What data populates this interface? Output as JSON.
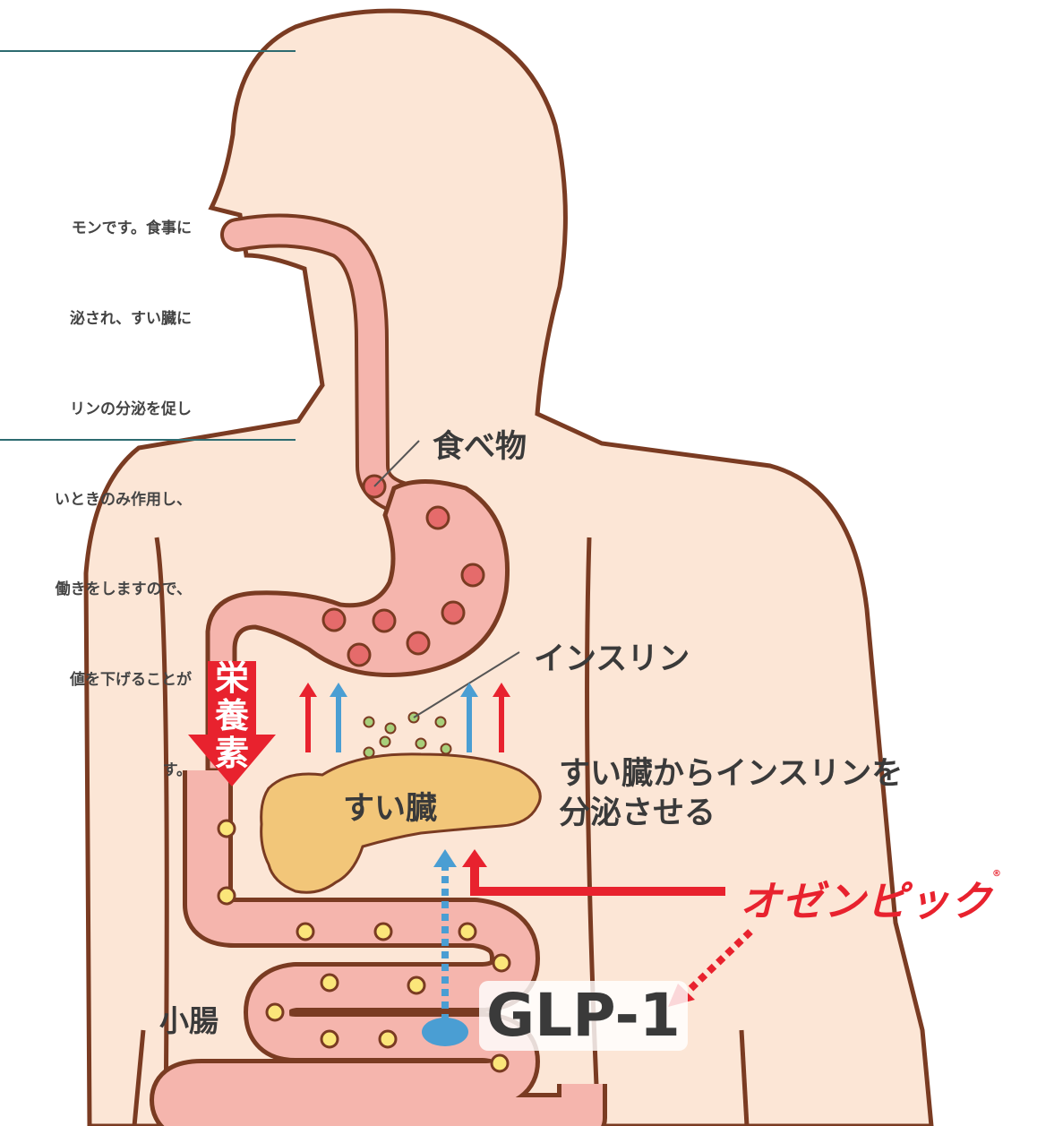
{
  "info": {
    "lines": [
      "モンです。食事に",
      "泌され、すい臓に",
      "リンの分泌を促し",
      "いときのみ作用し、",
      "働きをしますので、",
      "値を下げることが",
      "す。"
    ]
  },
  "labels": {
    "food": "食べ物",
    "insulin": "インスリン",
    "pancreas": "すい臓",
    "small_intestine": "小腸",
    "nutrients": [
      "栄",
      "養",
      "素"
    ],
    "secretion_line1": "すい臓からインスリンを",
    "secretion_line2": "分泌させる",
    "glp1": "GLP-1",
    "brand": "オゼンピック",
    "registered": "®"
  },
  "colors": {
    "skin": "#fce6d6",
    "outline": "#7a3b22",
    "gut": "#f5b5ad",
    "food_ball": "#e56b6b",
    "nutrient_ball": "#fbe67a",
    "insulin_ball": "#a7cf7a",
    "pancreas": "#f2c679",
    "red_arrow": "#e8222e",
    "blue_arrow": "#4a9ed3",
    "teal_rule": "#2d6b70"
  }
}
